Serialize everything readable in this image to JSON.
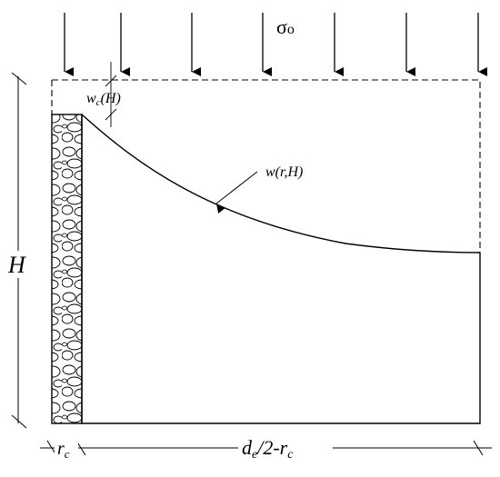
{
  "load": {
    "symbol": "σ",
    "subscript": "o",
    "arrow_count": 7
  },
  "labels": {
    "height": "H",
    "column_settlement": {
      "base": "w",
      "sub": "c",
      "arg": "(H)"
    },
    "soil_settlement": "w(r,H)",
    "column_radius": {
      "base": "r",
      "sub": "c"
    },
    "unit_cell_width": {
      "base": "d",
      "sub": "e",
      "rest": "/2-r",
      "sub2": "c"
    }
  }
}
